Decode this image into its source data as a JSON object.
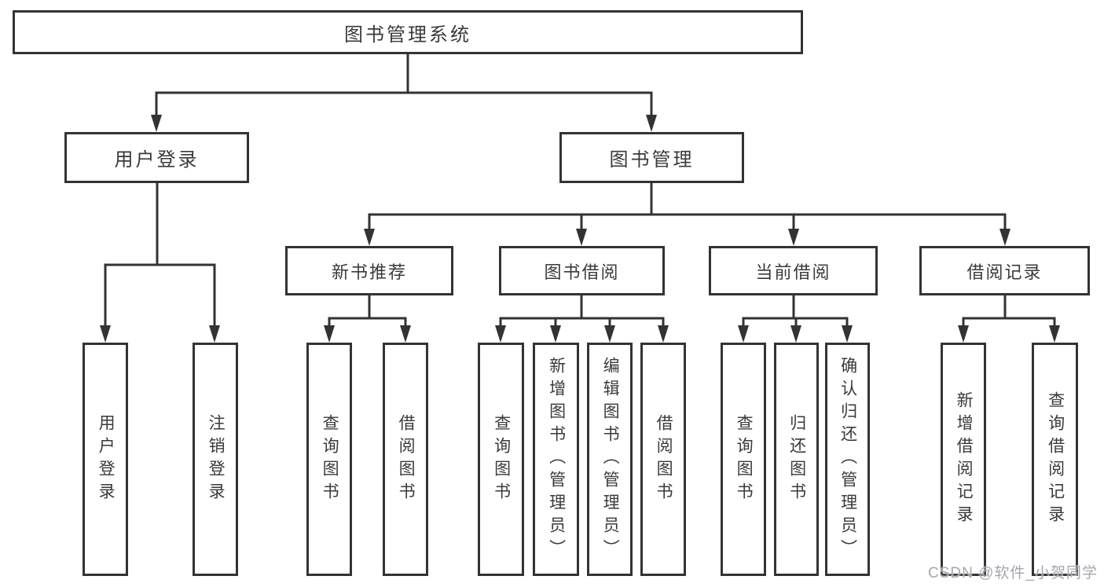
{
  "colors": {
    "line": "#333333",
    "text": "#3a3a3a",
    "background": "#ffffff",
    "watermark": "#a6a6b0"
  },
  "watermark": {
    "text": "CSDN @软件_小贺同学"
  },
  "tree": {
    "root": {
      "label": "图书管理系统",
      "children": [
        {
          "label": "用户登录",
          "children": [
            {
              "label": "用户登录"
            },
            {
              "label": "注销登录"
            }
          ]
        },
        {
          "label": "图书管理",
          "children": [
            {
              "label": "新书推荐",
              "children": [
                {
                  "label": "查询图书"
                },
                {
                  "label": "借阅图书"
                }
              ]
            },
            {
              "label": "图书借阅",
              "children": [
                {
                  "label": "查询图书"
                },
                {
                  "label": "新增图书（管理员）"
                },
                {
                  "label": "编辑图书（管理员）"
                },
                {
                  "label": "借阅图书"
                }
              ]
            },
            {
              "label": "当前借阅",
              "children": [
                {
                  "label": "查询图书"
                },
                {
                  "label": "归还图书"
                },
                {
                  "label": "确认归还（管理员）"
                }
              ]
            },
            {
              "label": "借阅记录",
              "children": [
                {
                  "label": "新增借阅记录"
                },
                {
                  "label": "查询借阅记录"
                }
              ]
            }
          ]
        }
      ]
    }
  }
}
